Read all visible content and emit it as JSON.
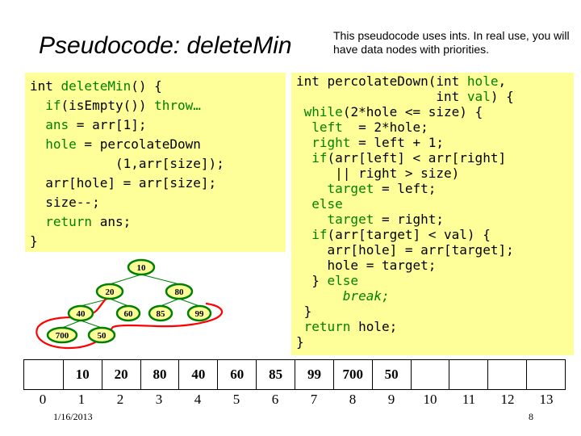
{
  "title": "Pseudocode: deleteMin",
  "note": "This pseudocode uses ints.  In real use, you will have data nodes with priorities.",
  "code_left": [
    [
      {
        "t": "int "
      },
      {
        "t": "deleteMin",
        "k": "kw"
      },
      {
        "t": "() {"
      }
    ],
    [
      {
        "t": "  "
      },
      {
        "t": "if",
        "k": "kw"
      },
      {
        "t": "(isEmpty()) "
      },
      {
        "t": "throw…",
        "k": "kw"
      }
    ],
    [
      {
        "t": "  "
      },
      {
        "t": "ans",
        "k": "kw"
      },
      {
        "t": " = arr[1];"
      }
    ],
    [
      {
        "t": "  "
      },
      {
        "t": "hole",
        "k": "kw"
      },
      {
        "t": " = percolateDown"
      }
    ],
    [
      {
        "t": "           (1,arr[size]);"
      }
    ],
    [
      {
        "t": "  arr[hole] = arr[size];"
      }
    ],
    [
      {
        "t": "  size--;"
      }
    ],
    [
      {
        "t": "  "
      },
      {
        "t": "return",
        "k": "kw"
      },
      {
        "t": " ans;"
      }
    ],
    [
      {
        "t": "}"
      }
    ]
  ],
  "code_right": [
    [
      {
        "t": "int percolateDown(int "
      },
      {
        "t": "hole",
        "k": "kw"
      },
      {
        "t": ","
      }
    ],
    [
      {
        "t": "                  int "
      },
      {
        "t": "val",
        "k": "kw"
      },
      {
        "t": ") {"
      }
    ],
    [
      {
        "t": " "
      },
      {
        "t": "while",
        "k": "kw"
      },
      {
        "t": "(2*hole <= size) {"
      }
    ],
    [
      {
        "t": "  "
      },
      {
        "t": "left",
        "k": "kw"
      },
      {
        "t": "  = 2*hole;"
      }
    ],
    [
      {
        "t": "  "
      },
      {
        "t": "right",
        "k": "kw"
      },
      {
        "t": " = left + 1;"
      }
    ],
    [
      {
        "t": "  "
      },
      {
        "t": "if",
        "k": "kw"
      },
      {
        "t": "(arr[left] < arr[right]"
      }
    ],
    [
      {
        "t": "     || right > size)"
      }
    ],
    [
      {
        "t": "    "
      },
      {
        "t": "target",
        "k": "kw"
      },
      {
        "t": " = left;"
      }
    ],
    [
      {
        "t": "  "
      },
      {
        "t": "else",
        "k": "kw"
      }
    ],
    [
      {
        "t": "    "
      },
      {
        "t": "target",
        "k": "kw"
      },
      {
        "t": " = right;"
      }
    ],
    [
      {
        "t": "  "
      },
      {
        "t": "if",
        "k": "kw"
      },
      {
        "t": "(arr[target] < val) {"
      }
    ],
    [
      {
        "t": "    arr[hole] = arr[target];"
      }
    ],
    [
      {
        "t": "    hole = target;"
      }
    ],
    [
      {
        "t": "  } "
      },
      {
        "t": "else",
        "k": "kw"
      }
    ],
    [
      {
        "t": "      "
      },
      {
        "t": "break;",
        "k": "kwi"
      }
    ],
    [
      {
        "t": " }"
      }
    ],
    [
      {
        "t": " "
      },
      {
        "t": "return",
        "k": "kw"
      },
      {
        "t": " hole;"
      }
    ],
    [
      {
        "t": "}"
      }
    ]
  ],
  "tree": {
    "nodes": [
      "10",
      "20",
      "80",
      "40",
      "60",
      "85",
      "99",
      "700",
      "50"
    ],
    "node_color": "#008000",
    "highlight_color": "#ff0000"
  },
  "array": {
    "cells": [
      "",
      "10",
      "20",
      "80",
      "40",
      "60",
      "85",
      "99",
      "700",
      "50",
      "",
      "",
      "",
      ""
    ],
    "indices": [
      "0",
      "1",
      "2",
      "3",
      "4",
      "5",
      "6",
      "7",
      "8",
      "9",
      "10",
      "11",
      "12",
      "13"
    ]
  },
  "footer": {
    "date": "1/16/2013",
    "page": "8"
  },
  "colors": {
    "code_bg": "#ffff99",
    "keyword": "#008000"
  }
}
